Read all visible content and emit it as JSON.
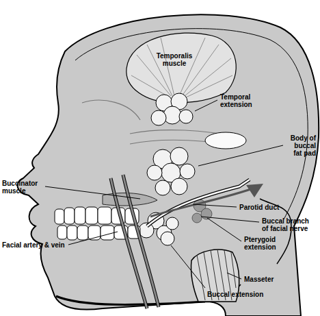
{
  "diagram": {
    "labels": [
      "Temporalis muscle",
      "Temporal extension",
      "Body of buccal fat pad",
      "Buccinator muscle",
      "Parotid duct",
      "Buccal branch of facial nerve",
      "Pterygoid extension",
      "Facial artery & vein",
      "Masseter",
      "Buccal extension"
    ]
  }
}
